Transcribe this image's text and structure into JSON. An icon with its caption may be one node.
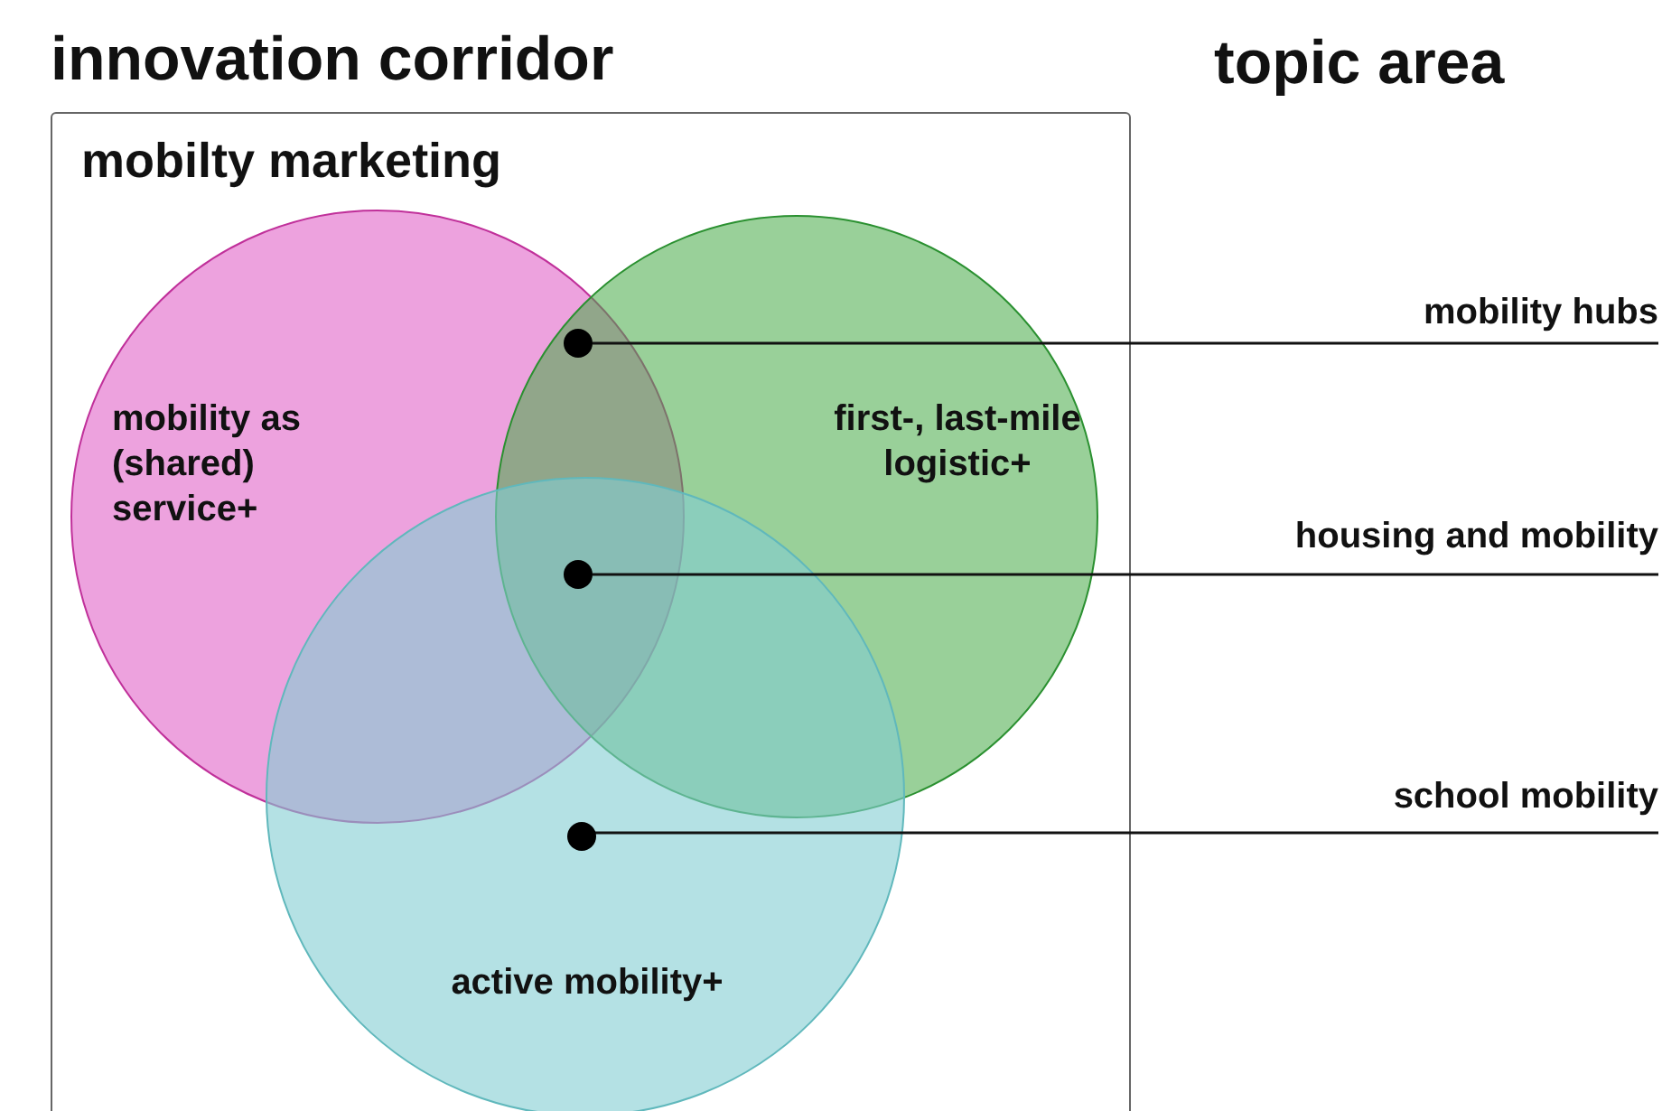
{
  "diagram": {
    "nodes": [
      {
        "text": [
          "mobilty marketing"
        ]
      },
      {
        "text": [
          "mobility as (shared) service+"
        ],
        "in": 0
      },
      {
        "text": [
          "first-, last-mile logistic+"
        ],
        "in": 0
      },
      {
        "text": [
          "active mobility+"
        ],
        "in": 0
      },
      {
        "text": [],
        "shape": "circle"
      },
      {
        "text": [],
        "shape": "circle"
      },
      {
        "text": [],
        "shape": "circle",
        "in": 3
      },
      {
        "text": [
          "mobility hubs"
        ]
      },
      {
        "text": [
          "housing and mobility"
        ]
      },
      {
        "text": [
          "school mobility"
        ]
      }
    ],
    "edges": [
      {
        "from": 4,
        "to": 7,
        "arrow": "none"
      },
      {
        "from": 5,
        "to": 8,
        "arrow": "none"
      },
      {
        "from": 6,
        "to": 9,
        "arrow": "none"
      }
    ],
    "labels": [
      "innovation corridor",
      "topic area"
    ]
  }
}
